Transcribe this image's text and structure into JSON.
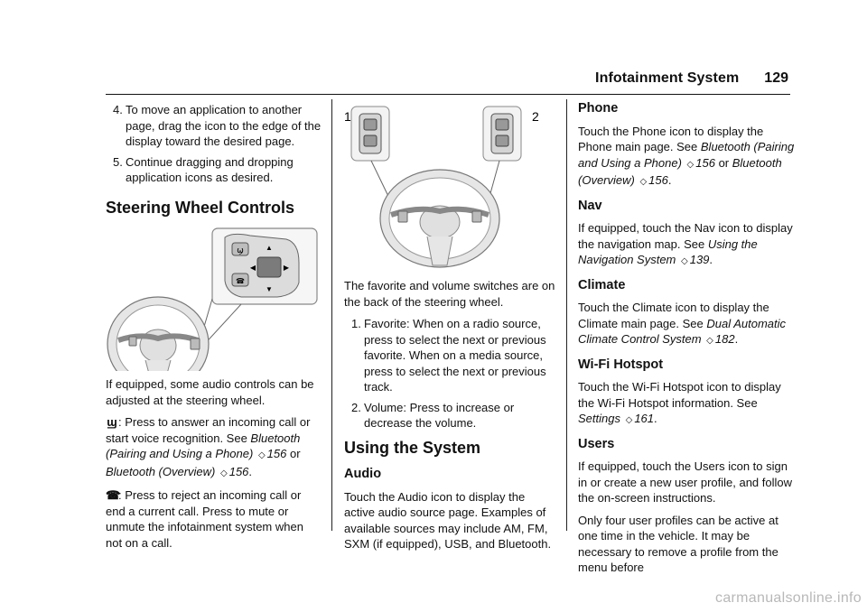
{
  "header": {
    "section_title": "Infotainment System",
    "page_number": "129"
  },
  "left": {
    "steps": [
      {
        "num": "4.",
        "text": "To move an application to another page, drag the icon to the edge of the display toward the desired page."
      },
      {
        "num": "5.",
        "text": "Continue dragging and dropping application icons as desired."
      }
    ],
    "heading": "Steering Wheel Controls",
    "p1": "If equipped, some audio controls can be adjusted at the steering wheel.",
    "p2_text": ": Press to answer an incoming call or start voice recognition. See ",
    "p2_ref1": "Bluetooth (Pairing and Using a Phone)",
    "p2_page1": "156",
    "p2_or": " or ",
    "p2_ref2": "Bluetooth (Overview)",
    "p2_page2": "156",
    "p3_text": ": Press to reject an incoming call or end a current call. Press to mute or unmute the infotainment system when not on a call.",
    "arrow_glyph": "◇",
    "phone_icon": "phone-voice-icon",
    "hangup_icon": "phone-hangup-icon"
  },
  "middle": {
    "figure_labels": [
      "1",
      "2"
    ],
    "p1": "The favorite and volume switches are on the back of the steering wheel.",
    "items": [
      {
        "num": "1.",
        "text": "Favorite: When on a radio source, press to select the next or previous favorite. When on a media source, press to select the next or previous track."
      },
      {
        "num": "2.",
        "text": "Volume: Press to increase or decrease the volume."
      }
    ],
    "heading": "Using the System",
    "subheading": "Audio",
    "p2": "Touch the Audio icon to display the active audio source page. Examples of available sources may include AM, FM, SXM (if equipped), USB, and Bluetooth."
  },
  "right": {
    "phone_heading": "Phone",
    "phone_text": "Touch the Phone icon to display the Phone main page. See ",
    "phone_ref1": "Bluetooth (Pairing and Using a Phone)",
    "phone_page1": "156",
    "phone_or": " or ",
    "phone_ref2": "Bluetooth (Overview)",
    "phone_page2": "156",
    "nav_heading": "Nav",
    "nav_text": "If equipped, touch the Nav icon to display the navigation map. See ",
    "nav_ref": "Using the Navigation System",
    "nav_page": "139",
    "climate_heading": "Climate",
    "climate_text": "Touch the Climate icon to display the Climate main page. See ",
    "climate_ref": "Dual Automatic Climate Control System",
    "climate_page": "182",
    "wifi_heading": "Wi-Fi Hotspot",
    "wifi_text": "Touch the Wi-Fi Hotspot icon to display the Wi-Fi Hotspot information. See ",
    "wifi_ref": "Settings",
    "wifi_page": "161",
    "users_heading": "Users",
    "users_p1": "If equipped, touch the Users icon to sign in or create a new user profile, and follow the on-screen instructions.",
    "users_p2": "Only four user profiles can be active at one time in the vehicle. It may be necessary to remove a profile from the menu before"
  },
  "watermark": "carmanualsonline.info"
}
